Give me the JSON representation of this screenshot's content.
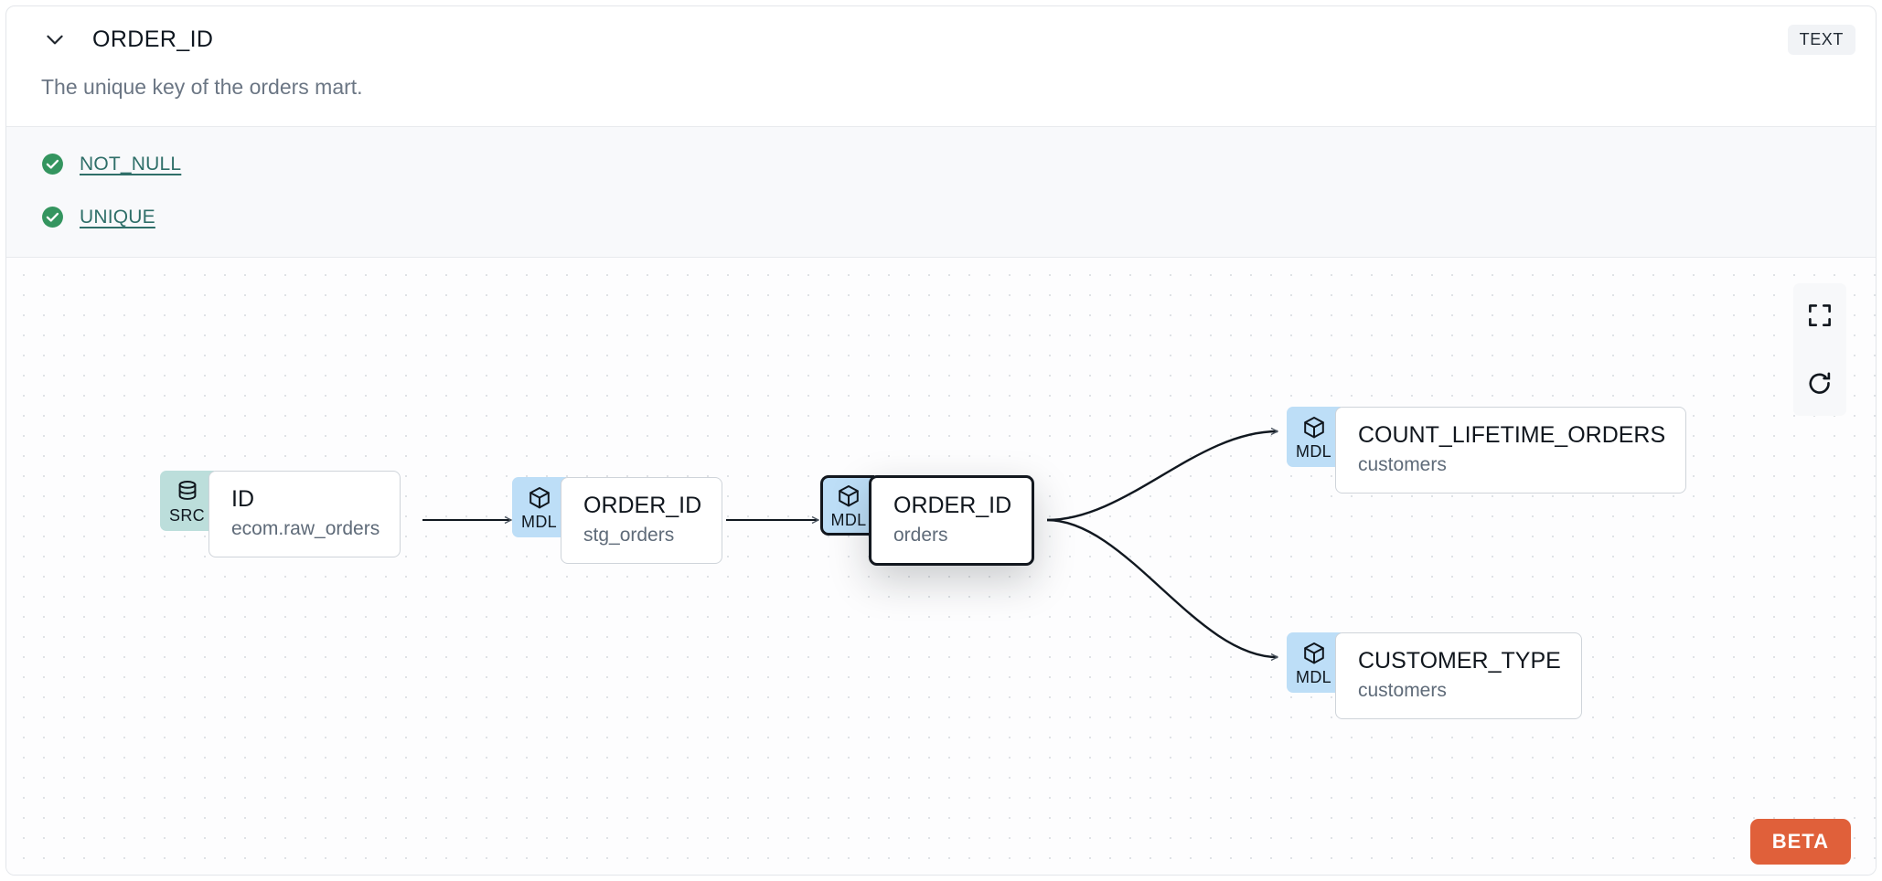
{
  "header": {
    "collapse_icon": "chevron-down-icon",
    "title": "ORDER_ID",
    "type_badge": "TEXT"
  },
  "description": "The unique key of the orders mart.",
  "tests": {
    "items": [
      {
        "status_icon": "check-circle-icon",
        "label": "NOT_NULL",
        "status": "pass"
      },
      {
        "status_icon": "check-circle-icon",
        "label": "UNIQUE",
        "status": "pass"
      }
    ]
  },
  "lineage": {
    "nodes": [
      {
        "id": "src-id",
        "badge_type": "SRC",
        "badge_icon": "database-icon",
        "name": "ID",
        "subtitle": "ecom.raw_orders",
        "selected": false
      },
      {
        "id": "mdl-stg-orders",
        "badge_type": "MDL",
        "badge_icon": "cube-icon",
        "name": "ORDER_ID",
        "subtitle": "stg_orders",
        "selected": false
      },
      {
        "id": "mdl-orders",
        "badge_type": "MDL",
        "badge_icon": "cube-icon",
        "name": "ORDER_ID",
        "subtitle": "orders",
        "selected": true
      },
      {
        "id": "mdl-count-lifetime-orders",
        "badge_type": "MDL",
        "badge_icon": "cube-icon",
        "name": "COUNT_LIFETIME_ORDERS",
        "subtitle": "customers",
        "selected": false
      },
      {
        "id": "mdl-customer-type",
        "badge_type": "MDL",
        "badge_icon": "cube-icon",
        "name": "CUSTOMER_TYPE",
        "subtitle": "customers",
        "selected": false
      }
    ],
    "controls": [
      {
        "name": "fullscreen-icon",
        "label": "Fullscreen"
      },
      {
        "name": "refresh-icon",
        "label": "Refresh"
      }
    ],
    "beta_badge": "BETA"
  },
  "colors": {
    "src_badge_bg": "#bcdedb",
    "mdl_badge_bg": "#bddef7",
    "test_pass": "#34955f",
    "test_link": "#2f6f69",
    "beta": "#e0603a",
    "selected_border": "#13181f"
  }
}
